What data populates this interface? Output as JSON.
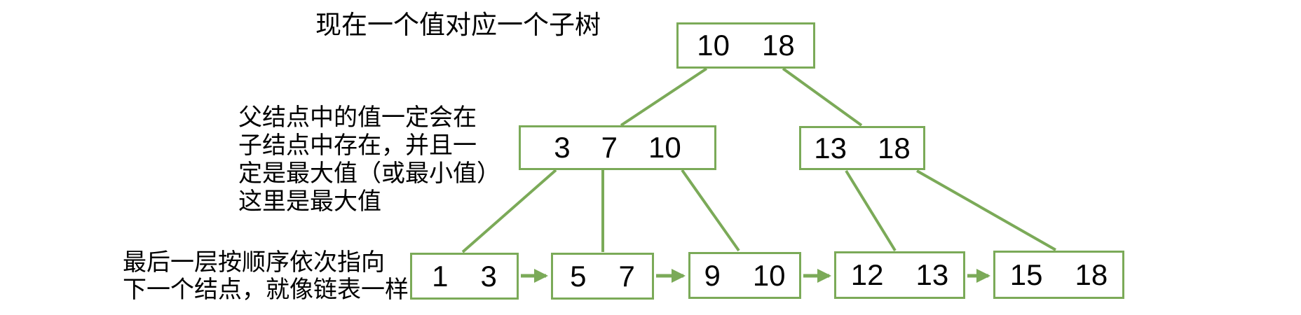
{
  "annotations": {
    "top": "现在一个值对应一个子树",
    "parent_note": {
      "lines": [
        "父结点中的值一定会在",
        "子结点中存在，并且一",
        "定是最大值（或最小值）",
        "这里是最大值"
      ]
    },
    "leaf_note": {
      "lines": [
        "最后一层按顺序依次指向",
        "下一个结点，就像链表一样"
      ]
    }
  },
  "tree": {
    "root": {
      "values": [
        "10",
        "18"
      ]
    },
    "internal_left": {
      "values": [
        "3",
        "7",
        "10"
      ]
    },
    "internal_right": {
      "values": [
        "13",
        "18"
      ]
    },
    "leaves": [
      {
        "values": [
          "1",
          "3"
        ]
      },
      {
        "values": [
          "5",
          "7"
        ]
      },
      {
        "values": [
          "9",
          "10"
        ]
      },
      {
        "values": [
          "12",
          "13"
        ]
      },
      {
        "values": [
          "15",
          "18"
        ]
      }
    ]
  },
  "colors": {
    "line_green": "#7BAA58",
    "text": "#000000",
    "background": "#FFFFFF"
  }
}
